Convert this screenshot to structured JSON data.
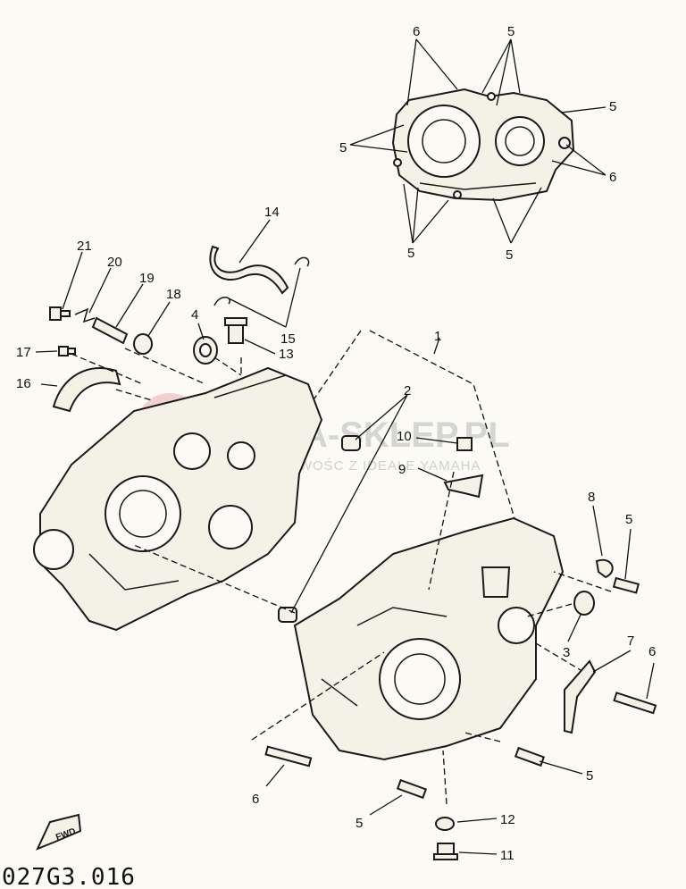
{
  "watermark": {
    "brand": "A-SKLEP.PL",
    "tagline": "OJCIOWOŚC Z IDEALE YAMAHA",
    "logo_color": "#e2a0a0"
  },
  "reference_code": "027G3.016",
  "fwd_label": "FWD",
  "callouts": [
    {
      "id": "c-6-top",
      "label": "6"
    },
    {
      "id": "c-5-top",
      "label": "5"
    },
    {
      "id": "c-5-right",
      "label": "5"
    },
    {
      "id": "c-5-left",
      "label": "5"
    },
    {
      "id": "c-6-right",
      "label": "6"
    },
    {
      "id": "c-5-bl",
      "label": "5"
    },
    {
      "id": "c-5-br",
      "label": "5"
    },
    {
      "id": "c-14",
      "label": "14"
    },
    {
      "id": "c-21",
      "label": "21"
    },
    {
      "id": "c-20",
      "label": "20"
    },
    {
      "id": "c-19",
      "label": "19"
    },
    {
      "id": "c-18",
      "label": "18"
    },
    {
      "id": "c-4",
      "label": "4"
    },
    {
      "id": "c-15",
      "label": "15"
    },
    {
      "id": "c-13",
      "label": "13"
    },
    {
      "id": "c-17",
      "label": "17"
    },
    {
      "id": "c-16",
      "label": "16"
    },
    {
      "id": "c-1",
      "label": "1"
    },
    {
      "id": "c-2",
      "label": "2"
    },
    {
      "id": "c-10",
      "label": "10"
    },
    {
      "id": "c-9",
      "label": "9"
    },
    {
      "id": "c-8",
      "label": "8"
    },
    {
      "id": "c-5-mid",
      "label": "5"
    },
    {
      "id": "c-3",
      "label": "3"
    },
    {
      "id": "c-7",
      "label": "7"
    },
    {
      "id": "c-6-mid",
      "label": "6"
    },
    {
      "id": "c-6-bottom",
      "label": "6"
    },
    {
      "id": "c-5-low",
      "label": "5"
    },
    {
      "id": "c-5-bottom",
      "label": "5"
    },
    {
      "id": "c-12",
      "label": "12"
    },
    {
      "id": "c-11",
      "label": "11"
    }
  ]
}
